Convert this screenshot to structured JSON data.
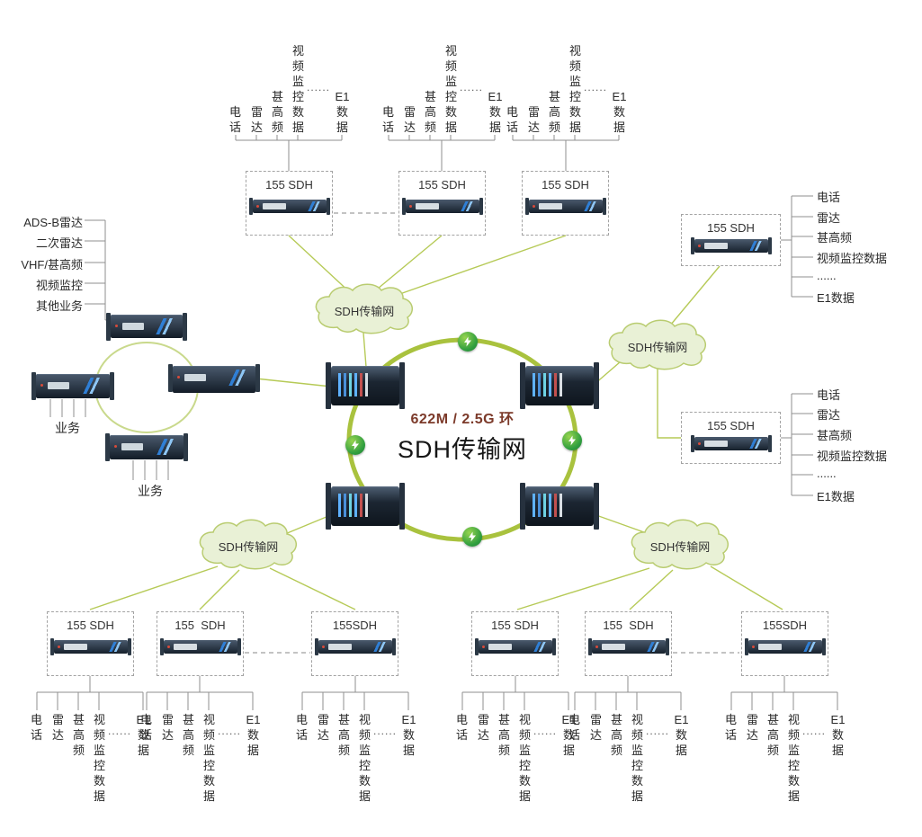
{
  "diagram_title": {
    "capacity": "622M / 2.5G 环",
    "network": "SDH传输网"
  },
  "clouds": {
    "label": "SDH传输网"
  },
  "node_labels": {
    "top": [
      "155 SDH",
      "155 SDH",
      "155 SDH"
    ],
    "right": [
      "155 SDH",
      "155 SDH"
    ],
    "bottom": [
      "155 SDH",
      "155  SDH",
      "155SDH",
      "155 SDH",
      "155  SDH",
      "155SDH"
    ]
  },
  "service": {
    "labels": [
      "电话",
      "雷达",
      "甚高频",
      "视频监控数据",
      "E1数据"
    ],
    "ellipsis": "......"
  },
  "left_site": {
    "labels": [
      "ADS-B雷达",
      "二次雷达",
      "VHF/甚高频",
      "视频监控",
      "其他业务"
    ],
    "business": "业务"
  },
  "icons": {
    "ring_link": "lightning-icon"
  },
  "colors": {
    "ring_green": "#a9c23e",
    "connector_green": "#b6ca57",
    "cloud_fill": "#e9f1d6",
    "cloud_border": "#b9cc70",
    "line_gray": "#8f8f8f",
    "device_body": "#1b2530",
    "accent_blue": "#2f7fd6",
    "capacity_text": "#7c3a2a"
  }
}
